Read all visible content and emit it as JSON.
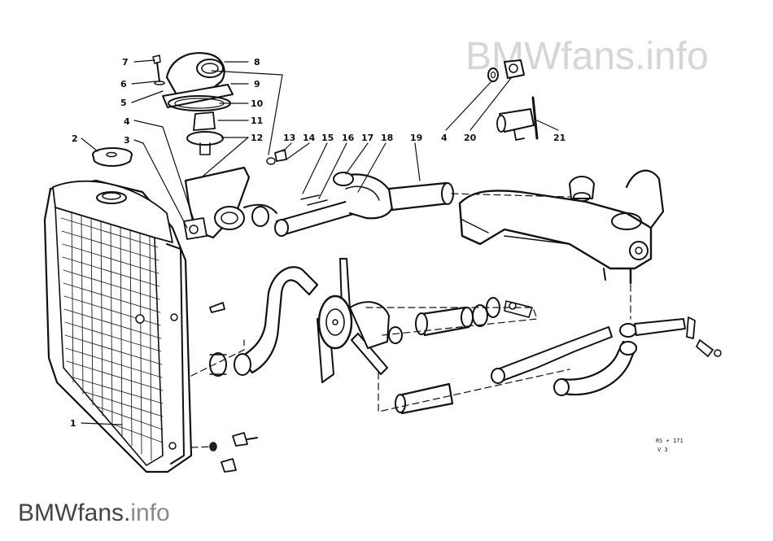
{
  "watermark_top": "BMWfans.info",
  "watermark_bottom": {
    "brand": "BMWfans.",
    "suffix": "info"
  },
  "stamp": {
    "line1": "RS + 171",
    "line2": "V 3"
  },
  "callouts": [
    "1",
    "2",
    "3",
    "4",
    "5",
    "6",
    "7",
    "8",
    "9",
    "10",
    "11",
    "12",
    "13",
    "14",
    "15",
    "16",
    "17",
    "18",
    "19",
    "4",
    "20",
    "21"
  ]
}
